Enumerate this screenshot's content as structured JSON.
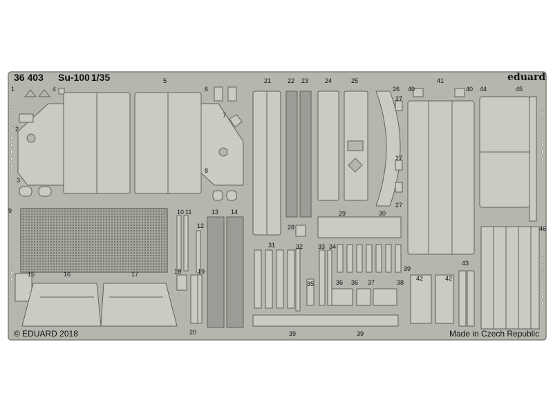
{
  "header": {
    "catalog_number": "36 403",
    "model": "Su-100",
    "scale": "1/35",
    "brand": "eduard"
  },
  "footer": {
    "copyright": "© EDUARD 2018",
    "origin": "Made in Czech Republic"
  },
  "part_numbers": [
    "1",
    "2",
    "3",
    "4",
    "5",
    "6",
    "7",
    "8",
    "9",
    "10",
    "11",
    "12",
    "13",
    "14",
    "15",
    "16",
    "17",
    "18",
    "19",
    "20",
    "21",
    "22",
    "23",
    "24",
    "25",
    "26",
    "27",
    "27",
    "27",
    "28",
    "29",
    "30",
    "31",
    "32",
    "33",
    "34",
    "35",
    "36",
    "36",
    "37",
    "38",
    "39",
    "39",
    "39",
    "40",
    "40",
    "41",
    "42",
    "42",
    "43",
    "44",
    "45",
    "46"
  ],
  "colors": {
    "fret": "#b4b7ae",
    "fret_edge": "#7d8078",
    "part": "#c9ccc3",
    "part_edge": "#5f625b",
    "mesh": "#8c8f87",
    "background": "#ffffff"
  }
}
